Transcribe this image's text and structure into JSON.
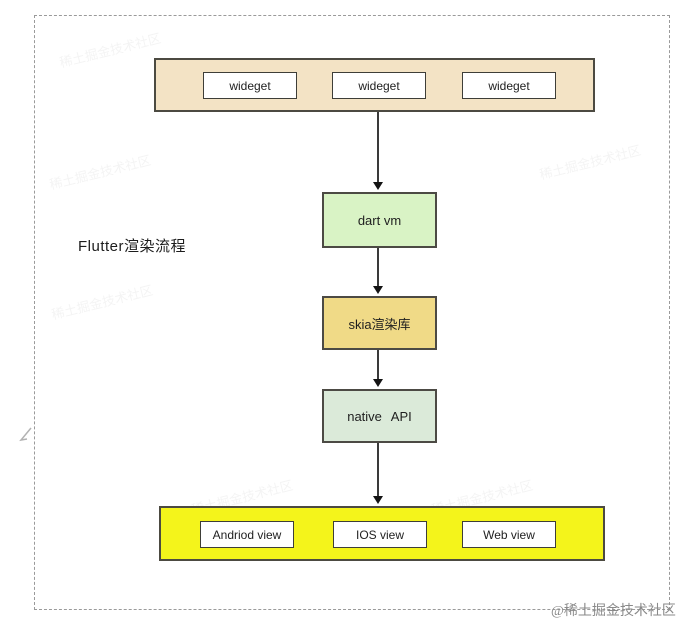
{
  "page": {
    "title": "Flutter渲染流程",
    "brand_watermark": "@稀土掘金技术社区",
    "faint_watermark_text": "稀土掘金技术社区"
  },
  "colors": {
    "widget_container_bg": "#f3e3c5",
    "dart_vm_bg": "#d9f3c5",
    "skia_bg": "#f0da87",
    "native_api_bg": "#dbead9",
    "platform_container_bg": "#f4f41b",
    "node_border": "#4c4a41",
    "dashed_frame_border": "#9a9a9a",
    "arrow": "#141414"
  },
  "diagram": {
    "widget_row": [
      "wideget",
      "wideget",
      "wideget"
    ],
    "flow_nodes": [
      "dart vm",
      "skia渲染库",
      "native API"
    ],
    "platform_row": [
      "Andriod view",
      "IOS view",
      "Web view"
    ]
  }
}
